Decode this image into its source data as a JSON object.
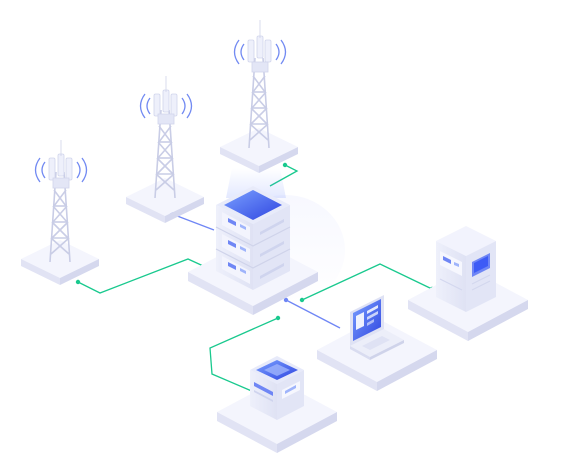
{
  "diagram": {
    "kind": "isometric network topology illustration",
    "nodes": [
      {
        "id": "tower-left",
        "icon": "cell-tower-icon"
      },
      {
        "id": "tower-middle",
        "icon": "cell-tower-icon"
      },
      {
        "id": "tower-right",
        "icon": "cell-tower-icon"
      },
      {
        "id": "central-server",
        "icon": "server-rack-icon"
      },
      {
        "id": "edge-server",
        "icon": "server-cabinet-icon"
      },
      {
        "id": "laptop",
        "icon": "laptop-icon"
      },
      {
        "id": "gateway",
        "icon": "gateway-device-icon"
      }
    ],
    "links": [
      {
        "from": "tower-left",
        "to": "central-server"
      },
      {
        "from": "tower-middle",
        "to": "central-server"
      },
      {
        "from": "tower-right",
        "to": "central-server"
      },
      {
        "from": "central-server",
        "to": "edge-server"
      },
      {
        "from": "central-server",
        "to": "laptop"
      },
      {
        "from": "central-server",
        "to": "gateway"
      }
    ]
  },
  "colors": {
    "background": "#ffffff",
    "platform_top": "#f4f5fd",
    "platform_left": "#e1e3f4",
    "platform_right": "#d5d8ee",
    "device_body": "#eceef9",
    "device_shadow": "#d9dcf0",
    "accent_blue": "#3d5bf6",
    "accent_light_blue": "#9fb4fb",
    "link_green": "#19c98e",
    "link_blue": "#6f86f5",
    "signal_blue": "#5a76f0"
  }
}
